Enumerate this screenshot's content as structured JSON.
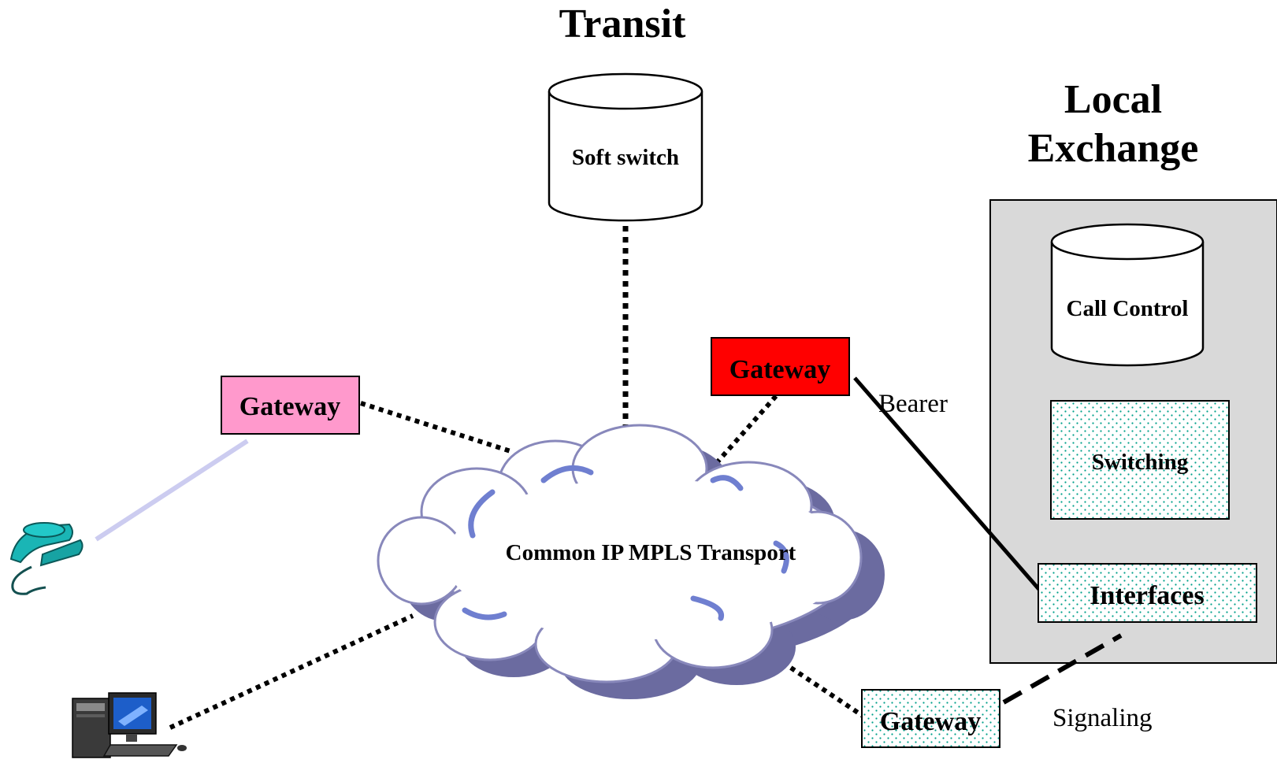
{
  "titles": {
    "transit": "Transit",
    "local_line1": "Local",
    "local_line2": "Exchange"
  },
  "nodes": {
    "soft_switch": "Soft switch",
    "call_control": "Call Control",
    "switching": "Switching",
    "interfaces": "Interfaces",
    "cloud": "Common IP MPLS Transport",
    "gateway_left": "Gateway",
    "gateway_red": "Gateway",
    "gateway_bottom": "Gateway"
  },
  "link_labels": {
    "bearer": "Bearer",
    "signaling": "Signaling"
  },
  "colors": {
    "gateway_left_fill": "#ff99cc",
    "gateway_red_fill": "#ff0000",
    "dotted_fill_bg": "#ffffff",
    "dotted_fill_dot": "#00a08a",
    "local_exchange_bg": "#d9d9d9",
    "cloud_shadow": "#6b6ba0",
    "cloud_accent": "#6f7fd0",
    "phone_line": "#ccccf0",
    "phone_color": "#1ab5b5"
  },
  "icons": {
    "phone": "telephone-icon",
    "computer": "desktop-computer-icon"
  }
}
